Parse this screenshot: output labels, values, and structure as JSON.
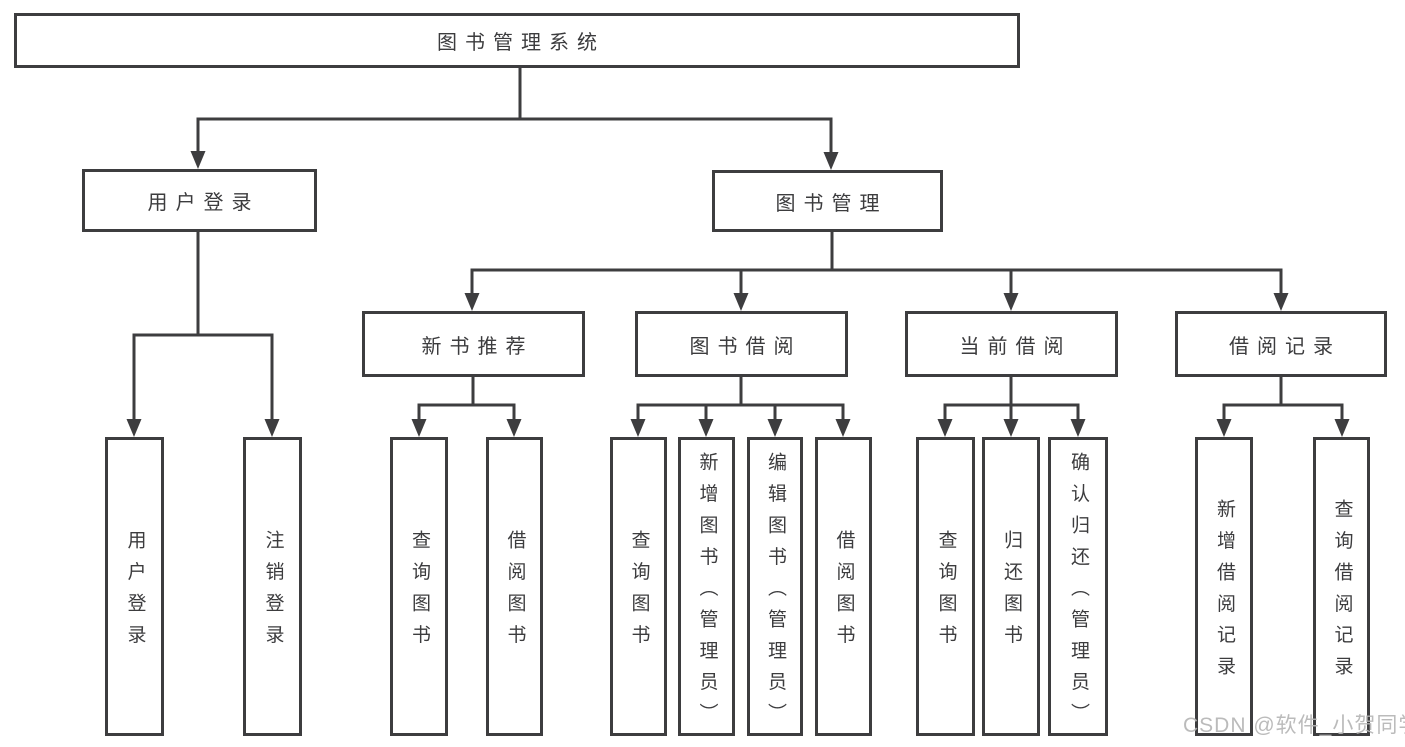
{
  "tree": {
    "label": "图书管理系统",
    "children": [
      {
        "label": "用户登录",
        "children": [
          {
            "label": "用户登录"
          },
          {
            "label": "注销登录"
          }
        ]
      },
      {
        "label": "图书管理",
        "children": [
          {
            "label": "新书推荐",
            "children": [
              {
                "label": "查询图书"
              },
              {
                "label": "借阅图书"
              }
            ]
          },
          {
            "label": "图书借阅",
            "children": [
              {
                "label": "查询图书"
              },
              {
                "label": "新增图书（管理员）"
              },
              {
                "label": "编辑图书（管理员）"
              },
              {
                "label": "借阅图书"
              }
            ]
          },
          {
            "label": "当前借阅",
            "children": [
              {
                "label": "查询图书"
              },
              {
                "label": "归还图书"
              },
              {
                "label": "确认归还（管理员）"
              }
            ]
          },
          {
            "label": "借阅记录",
            "children": [
              {
                "label": "新增借阅记录"
              },
              {
                "label": "查询借阅记录"
              }
            ]
          }
        ]
      }
    ]
  },
  "watermark": {
    "text": "CSDN @软件_小贺同学",
    "color": "#b6b6b6"
  },
  "colors": {
    "line": "#3d3d3f",
    "box_border": "#3d3d3f",
    "box_fill": "#ffffff",
    "text": "#3c3c3e",
    "background": "#ffffff"
  }
}
